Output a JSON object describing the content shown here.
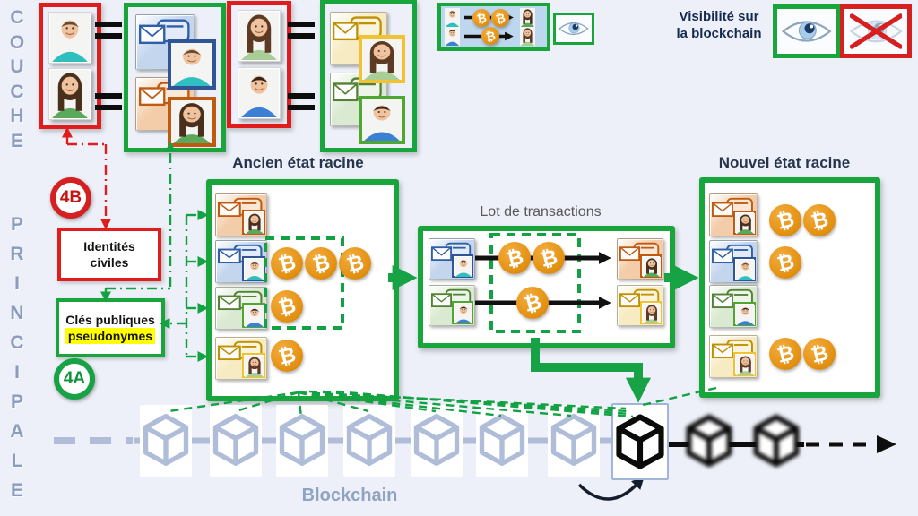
{
  "layer": {
    "word1": "COUCHE",
    "word2": "PRINCIPALE"
  },
  "visibility": {
    "line1": "Visibilité sur",
    "line2": "la blockchain"
  },
  "badges": {
    "top": "4B",
    "bottom": "4A"
  },
  "labels": {
    "civil_line1": "Identités",
    "civil_line2": "civiles",
    "keys_line1": "Clés publiques",
    "keys_line2": "pseudonymes"
  },
  "sections": {
    "old_state": "Ancien état racine",
    "tx_batch": "Lot de transactions",
    "new_state": "Nouvel état racine",
    "blockchain_label": "Blockchain"
  },
  "symbols": {
    "btc": "₿",
    "equals": "="
  },
  "identity_groups": [
    {
      "persons": [
        "man-teal",
        "woman-green"
      ],
      "key_colors": [
        "blue",
        "orange"
      ]
    },
    {
      "persons": [
        "woman-brown",
        "man-blue"
      ],
      "key_colors": [
        "yellow",
        "green"
      ]
    }
  ],
  "state_old": {
    "balances": {
      "orange": 0,
      "blue": 3,
      "green": 1,
      "yellow": 1
    }
  },
  "tx_batch": {
    "transactions": [
      {
        "from": "blue",
        "to": "orange",
        "amount": 2
      },
      {
        "from": "green",
        "to": "yellow",
        "amount": 1
      }
    ]
  },
  "state_new": {
    "balances": {
      "orange": 2,
      "blue": 1,
      "green": 0,
      "yellow": 2
    }
  },
  "blockchain": {
    "confirmed_blocks": 7,
    "current_blocks": 1,
    "upcoming_blocks": 2
  },
  "palette": {
    "green_accent": "#18A53B",
    "red_accent": "#E01C1C",
    "bitcoin_orange": "#E8941A",
    "chain_gray": "#AFBDD9",
    "background": "#EDF0F8",
    "highlight_yellow": "#FFFF00",
    "mini_panel_blue": "#BDD7EE",
    "title_navy": "#24344D",
    "chain_text": "#8FA3C3",
    "mailboxes": {
      "orange": {
        "line": "#C05A11",
        "fill": "#F3CDA9",
        "tint": "#FAE7D6"
      },
      "blue": {
        "line": "#2F5FA7",
        "fill": "#C4D6EE",
        "tint": "#E2EBF7"
      },
      "green": {
        "line": "#538135",
        "fill": "#DAEAD2",
        "tint": "#EDF5E8"
      },
      "yellow": {
        "line": "#BF9000",
        "fill": "#F6EBC2",
        "tint": "#FBF4DC"
      }
    }
  }
}
